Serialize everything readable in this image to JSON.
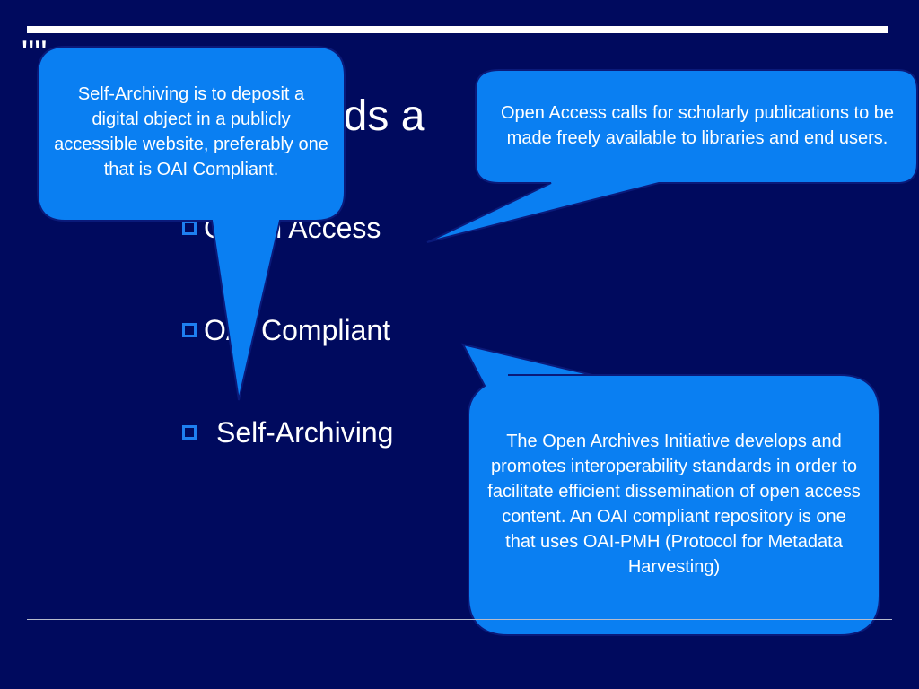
{
  "slide": {
    "title_fragment_left": "\"\"",
    "title_fragment_right": "ords a"
  },
  "bullets": [
    {
      "label": "O     n Access"
    },
    {
      "label": "OAI Compliant"
    },
    {
      "label": "Self-Archiving"
    }
  ],
  "callouts": {
    "self_archiving": "Self-Archiving is to deposit a digital object in a publicly accessible website, preferably one that is OAI Compliant.",
    "open_access": "Open Access calls for scholarly publications to be made freely available to libraries and end users.",
    "oai": "The Open Archives Initiative develops and promotes interoperability standards in order to facilitate efficient dissemination of open access content.   An OAI compliant repository is one that uses OAI-PMH (Protocol for Metadata Harvesting)"
  },
  "colors": {
    "background": "#000a5e",
    "callout_fill": "#0a7ff2",
    "callout_border": "#0a1a7a",
    "bullet_box": "#1e7ff0"
  }
}
